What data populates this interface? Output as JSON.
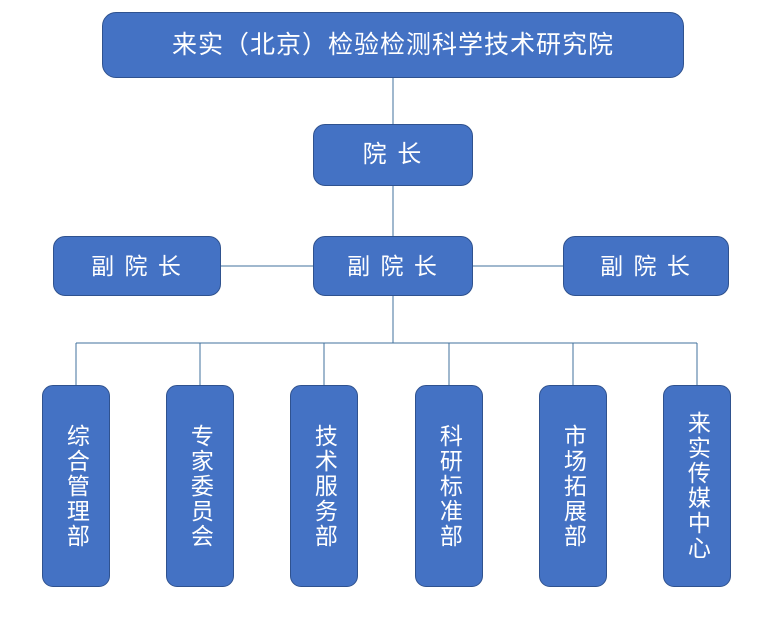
{
  "diagram": {
    "type": "organization-chart",
    "title": "来实（北京）检验检测科学技术研究院",
    "colors": {
      "node_fill": "#4472C4",
      "node_border": "#2F528F",
      "node_text": "#FFFFFF",
      "connector": "#41719C",
      "background": "#FFFFFF"
    },
    "levels": {
      "root": {
        "label": "来实（北京）检验检测科学技术研究院"
      },
      "director": {
        "label": "院 长"
      },
      "vice_directors": [
        {
          "label": "副 院 长"
        },
        {
          "label": "副 院 长"
        },
        {
          "label": "副 院 长"
        }
      ],
      "departments": [
        {
          "label": "综合管理部"
        },
        {
          "label": "专家委员会"
        },
        {
          "label": "技术服务部"
        },
        {
          "label": "科研标准部"
        },
        {
          "label": "市场拓展部"
        },
        {
          "label": "来实传媒中心"
        }
      ]
    }
  }
}
